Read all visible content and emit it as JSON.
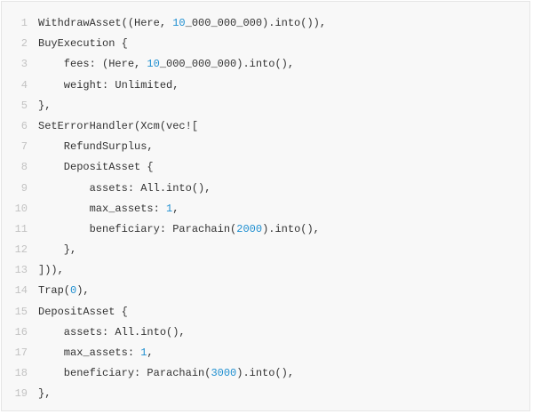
{
  "code_lines": [
    {
      "n": "1",
      "segs": [
        [
          "WithdrawAsset((Here, ",
          "t"
        ],
        [
          "10",
          "num"
        ],
        [
          "_000_000_000).into()),",
          "t"
        ]
      ]
    },
    {
      "n": "2",
      "segs": [
        [
          "BuyExecution {",
          "t"
        ]
      ]
    },
    {
      "n": "3",
      "segs": [
        [
          "    fees: (Here, ",
          "t"
        ],
        [
          "10",
          "num"
        ],
        [
          "_000_000_000).into(),",
          "t"
        ]
      ]
    },
    {
      "n": "4",
      "segs": [
        [
          "    weight: Unlimited,",
          "t"
        ]
      ]
    },
    {
      "n": "5",
      "segs": [
        [
          "},",
          "t"
        ]
      ]
    },
    {
      "n": "6",
      "segs": [
        [
          "SetErrorHandler(Xcm(vec![",
          "t"
        ]
      ]
    },
    {
      "n": "7",
      "segs": [
        [
          "    RefundSurplus,",
          "t"
        ]
      ]
    },
    {
      "n": "8",
      "segs": [
        [
          "    DepositAsset {",
          "t"
        ]
      ]
    },
    {
      "n": "9",
      "segs": [
        [
          "        assets: All.into(),",
          "t"
        ]
      ]
    },
    {
      "n": "10",
      "segs": [
        [
          "        max_assets: ",
          "t"
        ],
        [
          "1",
          "num"
        ],
        [
          ",",
          "t"
        ]
      ]
    },
    {
      "n": "11",
      "segs": [
        [
          "        beneficiary: Parachain(",
          "t"
        ],
        [
          "2000",
          "num"
        ],
        [
          ").into(),",
          "t"
        ]
      ]
    },
    {
      "n": "12",
      "segs": [
        [
          "    },",
          "t"
        ]
      ]
    },
    {
      "n": "13",
      "segs": [
        [
          "])),",
          "t"
        ]
      ]
    },
    {
      "n": "14",
      "segs": [
        [
          "Trap(",
          "t"
        ],
        [
          "0",
          "num"
        ],
        [
          "),",
          "t"
        ]
      ]
    },
    {
      "n": "15",
      "segs": [
        [
          "DepositAsset {",
          "t"
        ]
      ]
    },
    {
      "n": "16",
      "segs": [
        [
          "    assets: All.into(),",
          "t"
        ]
      ]
    },
    {
      "n": "17",
      "segs": [
        [
          "    max_assets: ",
          "t"
        ],
        [
          "1",
          "num"
        ],
        [
          ",",
          "t"
        ]
      ]
    },
    {
      "n": "18",
      "segs": [
        [
          "    beneficiary: Parachain(",
          "t"
        ],
        [
          "3000",
          "num"
        ],
        [
          ").into(),",
          "t"
        ]
      ]
    },
    {
      "n": "19",
      "segs": [
        [
          "},",
          "t"
        ]
      ]
    }
  ]
}
